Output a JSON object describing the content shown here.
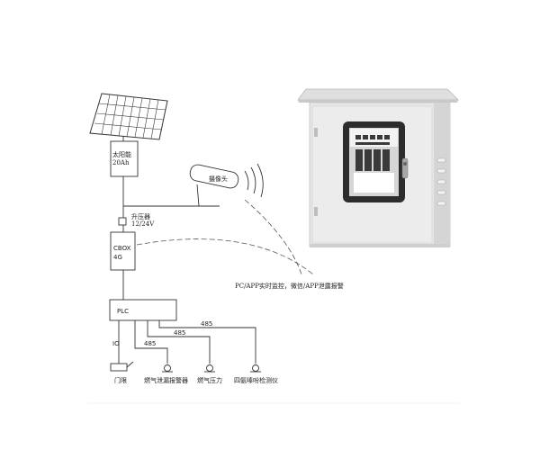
{
  "diagram": {
    "solar_panel": {},
    "battery": {
      "label_line1": "太阳能",
      "label_line2": "20Ah"
    },
    "camera": {
      "label": "摄像头"
    },
    "booster": {
      "label": "升压器",
      "voltage": "12/24V"
    },
    "cbox": {
      "label_line1": "CBOX",
      "label_line2": "4G"
    },
    "plc": {
      "label": "PLC"
    },
    "io_label": "IO",
    "bus_labels": {
      "a": "485",
      "b": "485",
      "c": "485"
    },
    "remote_label": "PC/APP实时监控，微信/APP泄露报警",
    "devices": {
      "door": "门限",
      "gas_leak": "燃气泄漏报警器",
      "gas_pressure": "燃气压力",
      "ammonia": "四氨嗪吩检测仪"
    }
  }
}
